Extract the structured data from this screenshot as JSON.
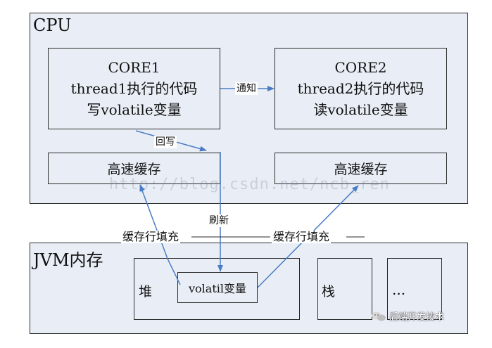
{
  "cpu": {
    "title": "CPU",
    "core1": {
      "name": "CORE1",
      "line2": "thread1执行的代码",
      "line3": "写volatile变量"
    },
    "core2": {
      "name": "CORE2",
      "line2": "thread2执行的代码",
      "line3": "读volatile变量"
    },
    "cache1_label": "高速缓存",
    "cache2_label": "高速缓存"
  },
  "jvm": {
    "title": "JVM内存",
    "heap_label": "堆",
    "volatile_var_label": "volatil变量",
    "stack_label": "栈",
    "more_label": "..."
  },
  "arrows": {
    "notify": "通知",
    "writeback": "回写",
    "refresh": "刷新",
    "fill_left": "缓存行填充",
    "fill_right": "缓存行填充"
  },
  "watermark": "http://blog.csdn.net/ncb_ren",
  "brand": {
    "text": "后端开发技术",
    "icon": "wechat-icon"
  },
  "colors": {
    "panel_bg": "#e9eef6",
    "arrow": "#4a7cc4",
    "border": "#2a2a2a"
  }
}
